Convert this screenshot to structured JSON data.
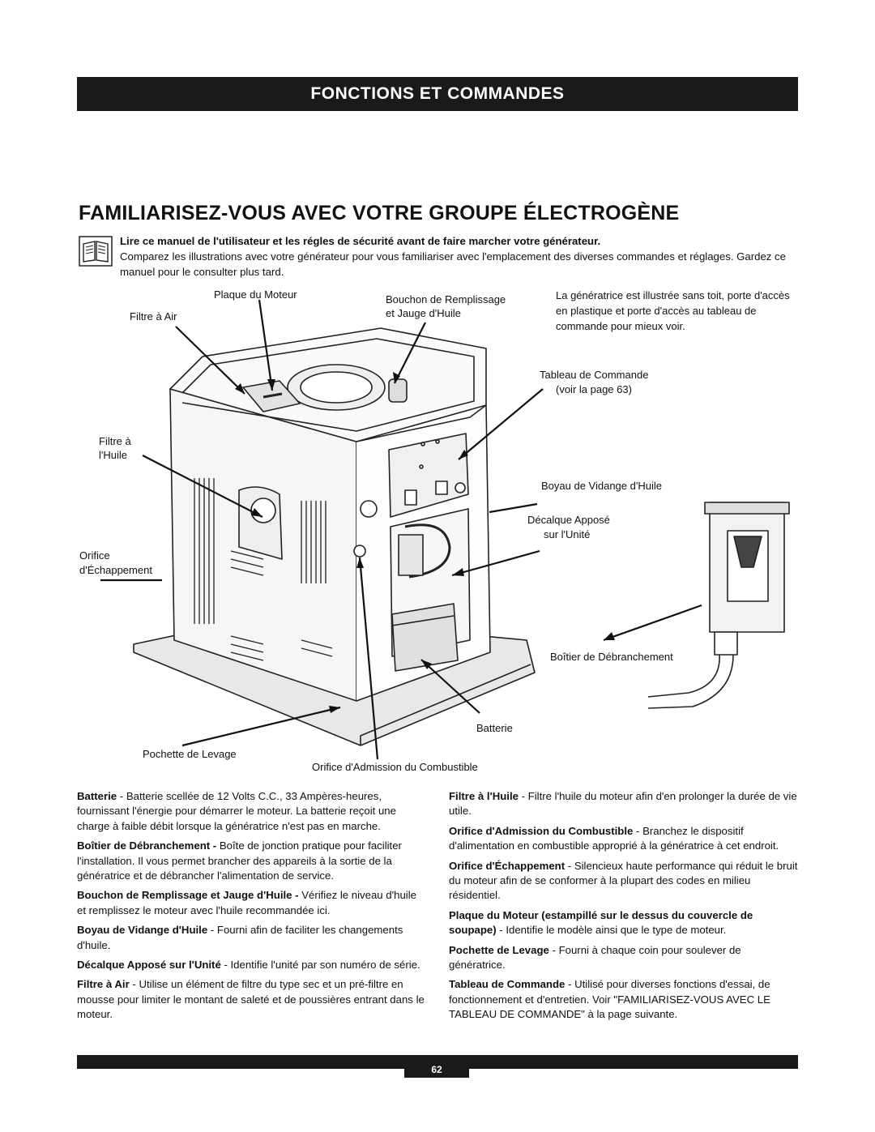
{
  "header": {
    "section_title": "FONCTIONS ET COMMANDES"
  },
  "title": "FAMILIARISEZ-VOUS AVEC VOTRE GROUPE ÉLECTROGÈNE",
  "intro": {
    "bold_line": "Lire ce manuel de l'utilisateur et les régles de sécurité avant de faire marcher votre générateur.",
    "text": "Comparez les illustrations avec votre générateur pour vous familiariser avec l'emplacement des diverses commandes et réglages. Gardez ce manuel pour le consulter plus tard."
  },
  "diagram": {
    "labels": {
      "plaque_moteur": "Plaque du Moteur",
      "filtre_air": "Filtre à Air",
      "bouchon_1": "Bouchon de Remplissage",
      "bouchon_2": "et Jauge d'Huile",
      "note": "La génératrice est illustrée sans toit, porte d'accès en plastique et porte d'accès au tableau de commande pour mieux voir.",
      "tableau_1": "Tableau de Commande",
      "tableau_2": "(voir la page 63)",
      "filtre_huile_1": "Filtre à",
      "filtre_huile_2": "l'Huile",
      "boyau": "Boyau de Vidange d'Huile",
      "decalque_1": "Décalque Apposé",
      "decalque_2": "sur l'Unité",
      "orifice_1": "Orifice",
      "orifice_2": "d'Échappement",
      "boitier": "Boîtier de Débranchement",
      "batterie": "Batterie",
      "pochette": "Pochette de Levage",
      "admission": "Orifice d'Admission du Combustible"
    }
  },
  "descriptions": {
    "left": [
      {
        "term": "Batterie",
        "text": " - Batterie scellée de 12 Volts C.C., 33 Ampères-heures, fournissant l'énergie pour démarrer le moteur. La batterie reçoit une charge à faible débit lorsque la génératrice n'est pas en marche."
      },
      {
        "term": "Boîtier de Débranchement -",
        "text": " Boîte de jonction pratique pour faciliter l'installation. Il vous permet brancher des appareils à la sortie de la génératrice et de débrancher l'alimentation de service."
      },
      {
        "term": "Bouchon de Remplissage et Jauge d'Huile -",
        "text": " Vérifiez le niveau d'huile et remplissez le moteur avec l'huile recommandée ici."
      },
      {
        "term": "Boyau de Vidange d'Huile",
        "text": " - Fourni afin de faciliter les changements d'huile."
      },
      {
        "term": "Décalque Apposé sur l'Unité",
        "text": " - Identifie l'unité par son numéro de série."
      },
      {
        "term": "Filtre à Air",
        "text": " - Utilise un élément de filtre du type sec et un pré-filtre en mousse pour limiter le montant de saleté et de poussières entrant dans le moteur."
      }
    ],
    "right": [
      {
        "term": "Filtre à l'Huile",
        "text": " - Filtre l'huile du moteur afin d'en prolonger la durée de vie utile."
      },
      {
        "term": "Orifice d'Admission du Combustible",
        "text": " - Branchez le dispositif d'alimentation en combustible approprié à la génératrice à cet endroit."
      },
      {
        "term": "Orifice d'Échappement",
        "text": " - Silencieux haute performance qui réduit le bruit du moteur afin de se conformer à la plupart des codes en milieu résidentiel."
      },
      {
        "term": "Plaque du Moteur (estampillé sur le dessus du couvercle de soupape)",
        "text": " - Identifie le modèle ainsi que le type de moteur."
      },
      {
        "term": "Pochette de Levage",
        "text": " - Fourni à chaque coin pour soulever de génératrice."
      },
      {
        "term": "Tableau de Commande",
        "text": " - Utilisé pour diverses fonctions d'essai, de fonctionnement et d'entretien. Voir \"FAMILIARISEZ-VOUS AVEC LE TABLEAU DE COMMANDE\" à la page suivante."
      }
    ]
  },
  "footer": {
    "page_number": "62"
  }
}
